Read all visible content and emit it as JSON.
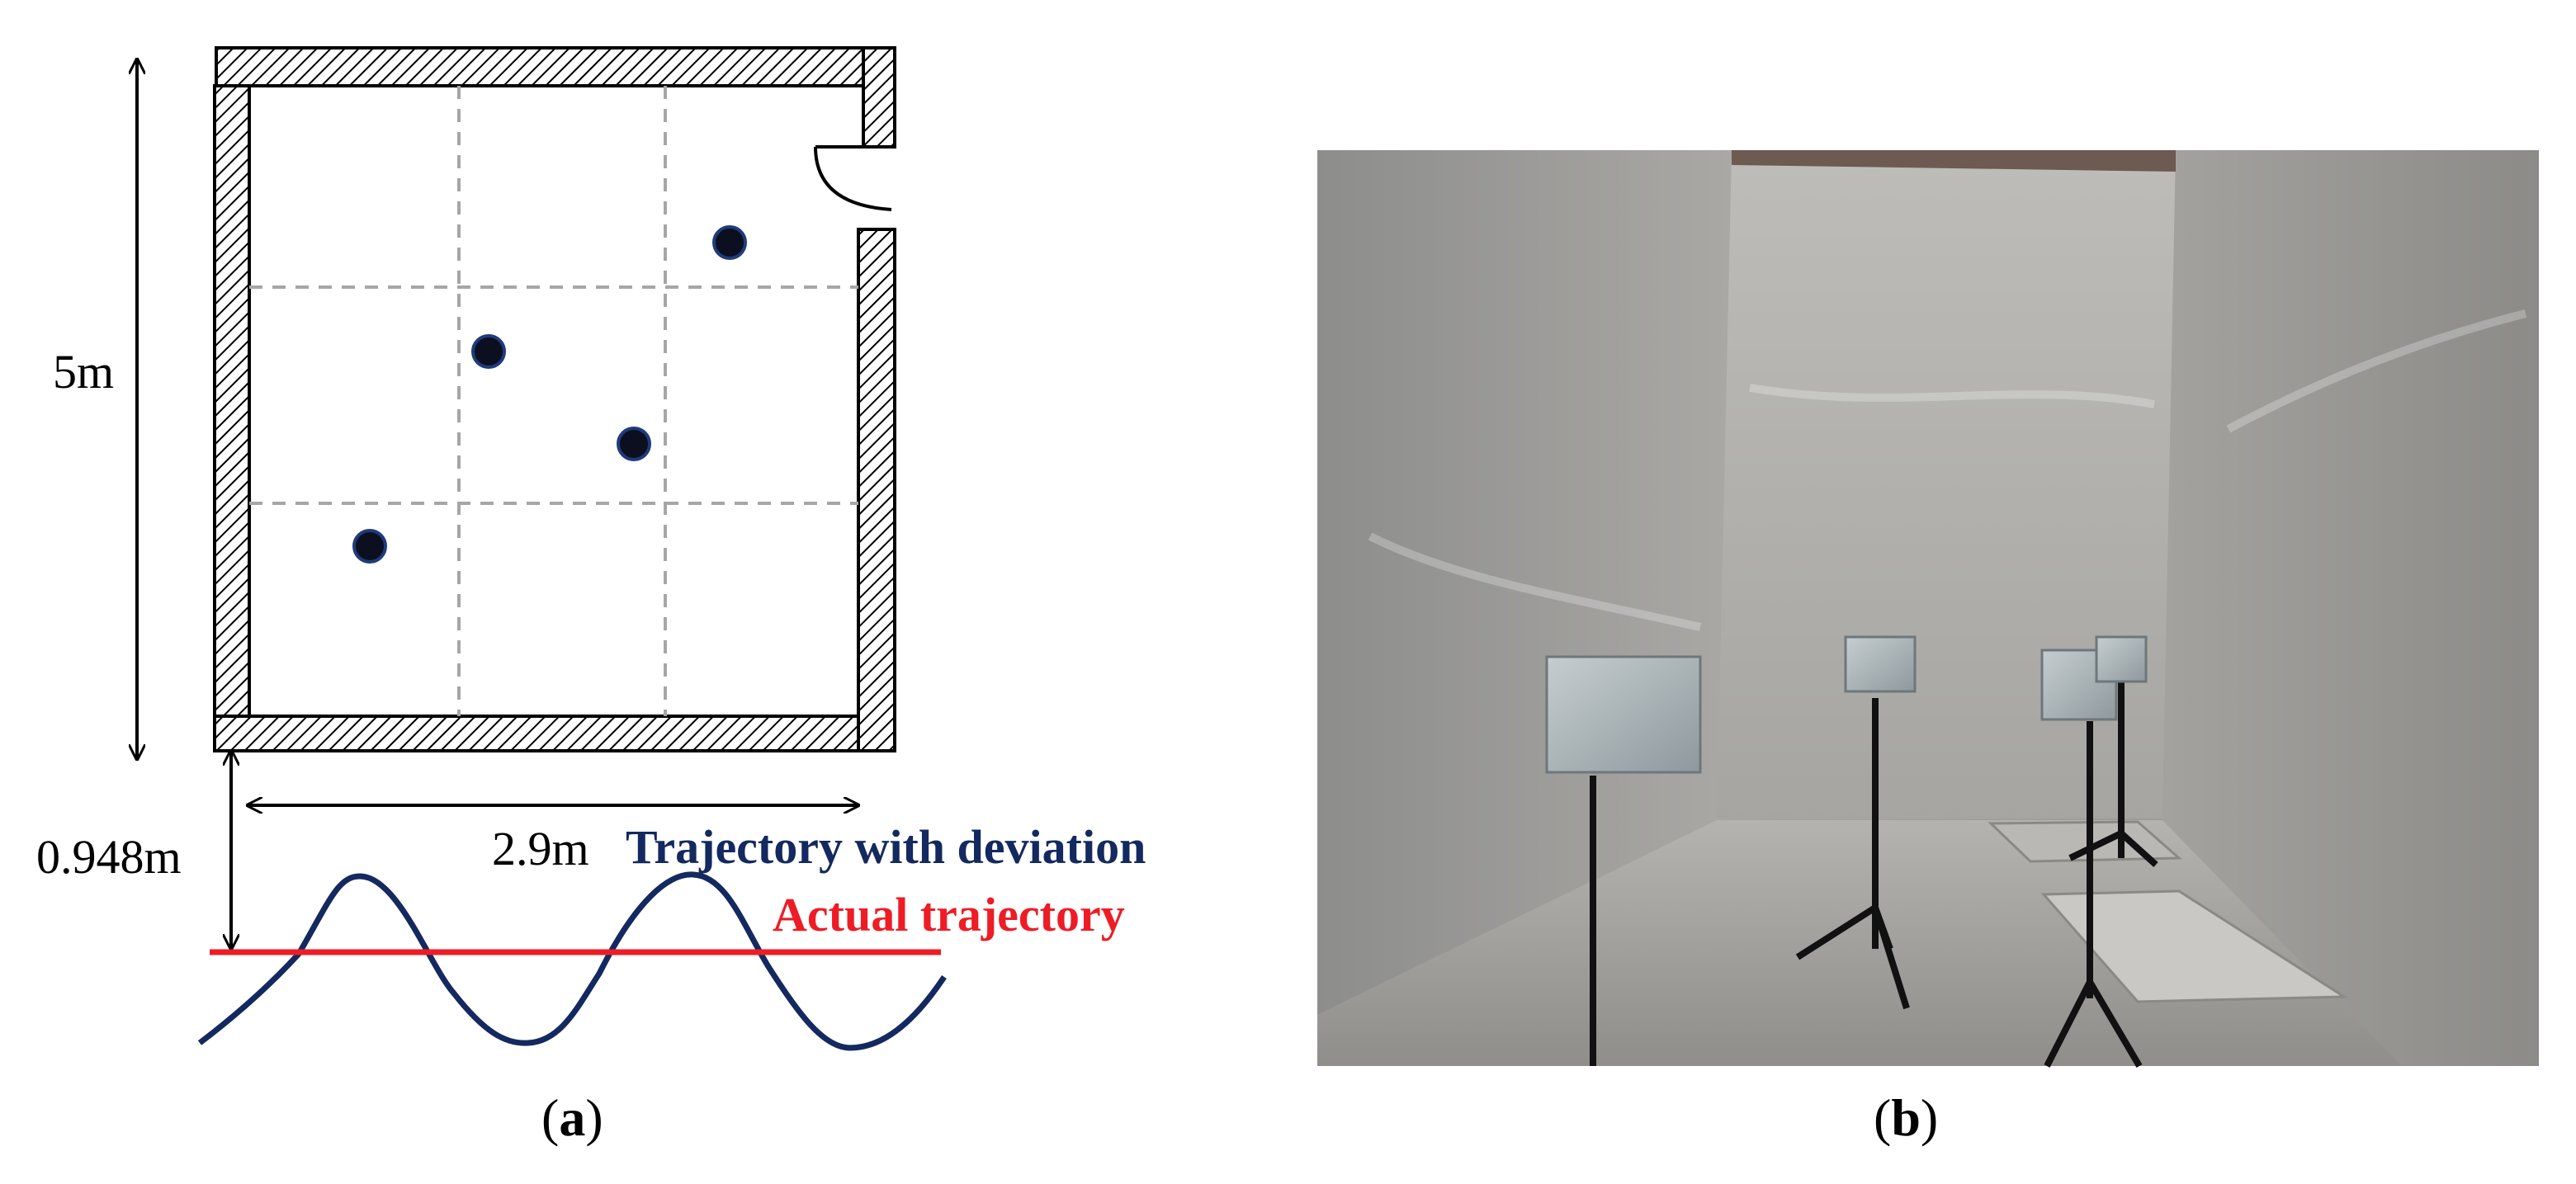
{
  "panel_a": {
    "height_label": "5m",
    "width_label": "2.9m",
    "offset_label": "0.948m",
    "legend": {
      "deviation_label": "Trajectory with deviation",
      "deviation_color": "#13295f",
      "actual_label": "Actual trajectory",
      "actual_color": "#ee1c25"
    },
    "caption": {
      "open": "(",
      "letter": "a",
      "close": ")"
    }
  },
  "panel_b": {
    "caption": {
      "open": "(",
      "letter": "b",
      "close": ")"
    }
  },
  "colors": {
    "wall_hatch": "#000000",
    "grid_dash": "#a6a6a6",
    "reflector_dot": "#0b0f1f",
    "reflector_ring": "#1f3b7a"
  }
}
